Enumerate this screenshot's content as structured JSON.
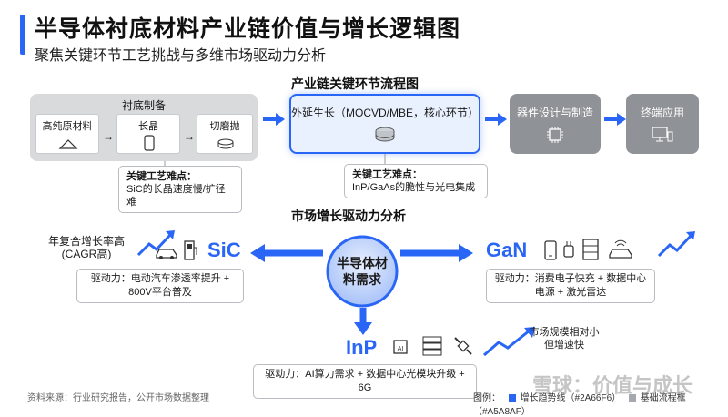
{
  "header": {
    "title": "半导体衬底材料产业链价值与增长逻辑图",
    "subtitle": "聚焦关键环节工艺挑战与多维市场驱动力分析"
  },
  "flow": {
    "section_title": "产业链关键环节流程图",
    "substrate_group_label": "衬底制备",
    "raw_material": "高纯原材料",
    "crystal_growth": "长晶",
    "cut_polish": "切磨抛",
    "epitaxy": "外延生长（MOCVD/MBE，核心环节）",
    "device": "器件设计与制造",
    "end_app": "终端应用",
    "note1_title": "关键工艺难点：",
    "note1_body": "SiC的长晶速度慢/扩径难",
    "note2_title": "关键工艺难点：",
    "note2_body": "InP/GaAs的脆性与光电集成"
  },
  "market": {
    "section_title": "市场增长驱动力分析",
    "center_label": "半导体材料需求",
    "cagr_label": "年复合增长率高(CAGR高)",
    "sic_label": "SiC",
    "sic_driver": "驱动力：电动汽车渗透率提升 + 800V平台普及",
    "gan_label": "GaN",
    "gan_driver": "驱动力：消费电子快充 + 数据中心电源 + 激光雷达",
    "inp_label": "InP",
    "inp_driver": "驱动力：AI算力需求 + 数据中心光模块升级 + 6G",
    "inp_note": "市场规模相对小但增速快"
  },
  "footer": {
    "source": "资料来源：行业研究报告，公开市场数据整理",
    "legend_prefix": "图例：",
    "legend_growth": "增长趋势线（#2A66F6）",
    "legend_base": "基础流程框（#A5A8AF）",
    "watermark": "雪球：价值与成长"
  },
  "colors": {
    "accent": "#2A66F6",
    "base": "#A5A8AF"
  }
}
